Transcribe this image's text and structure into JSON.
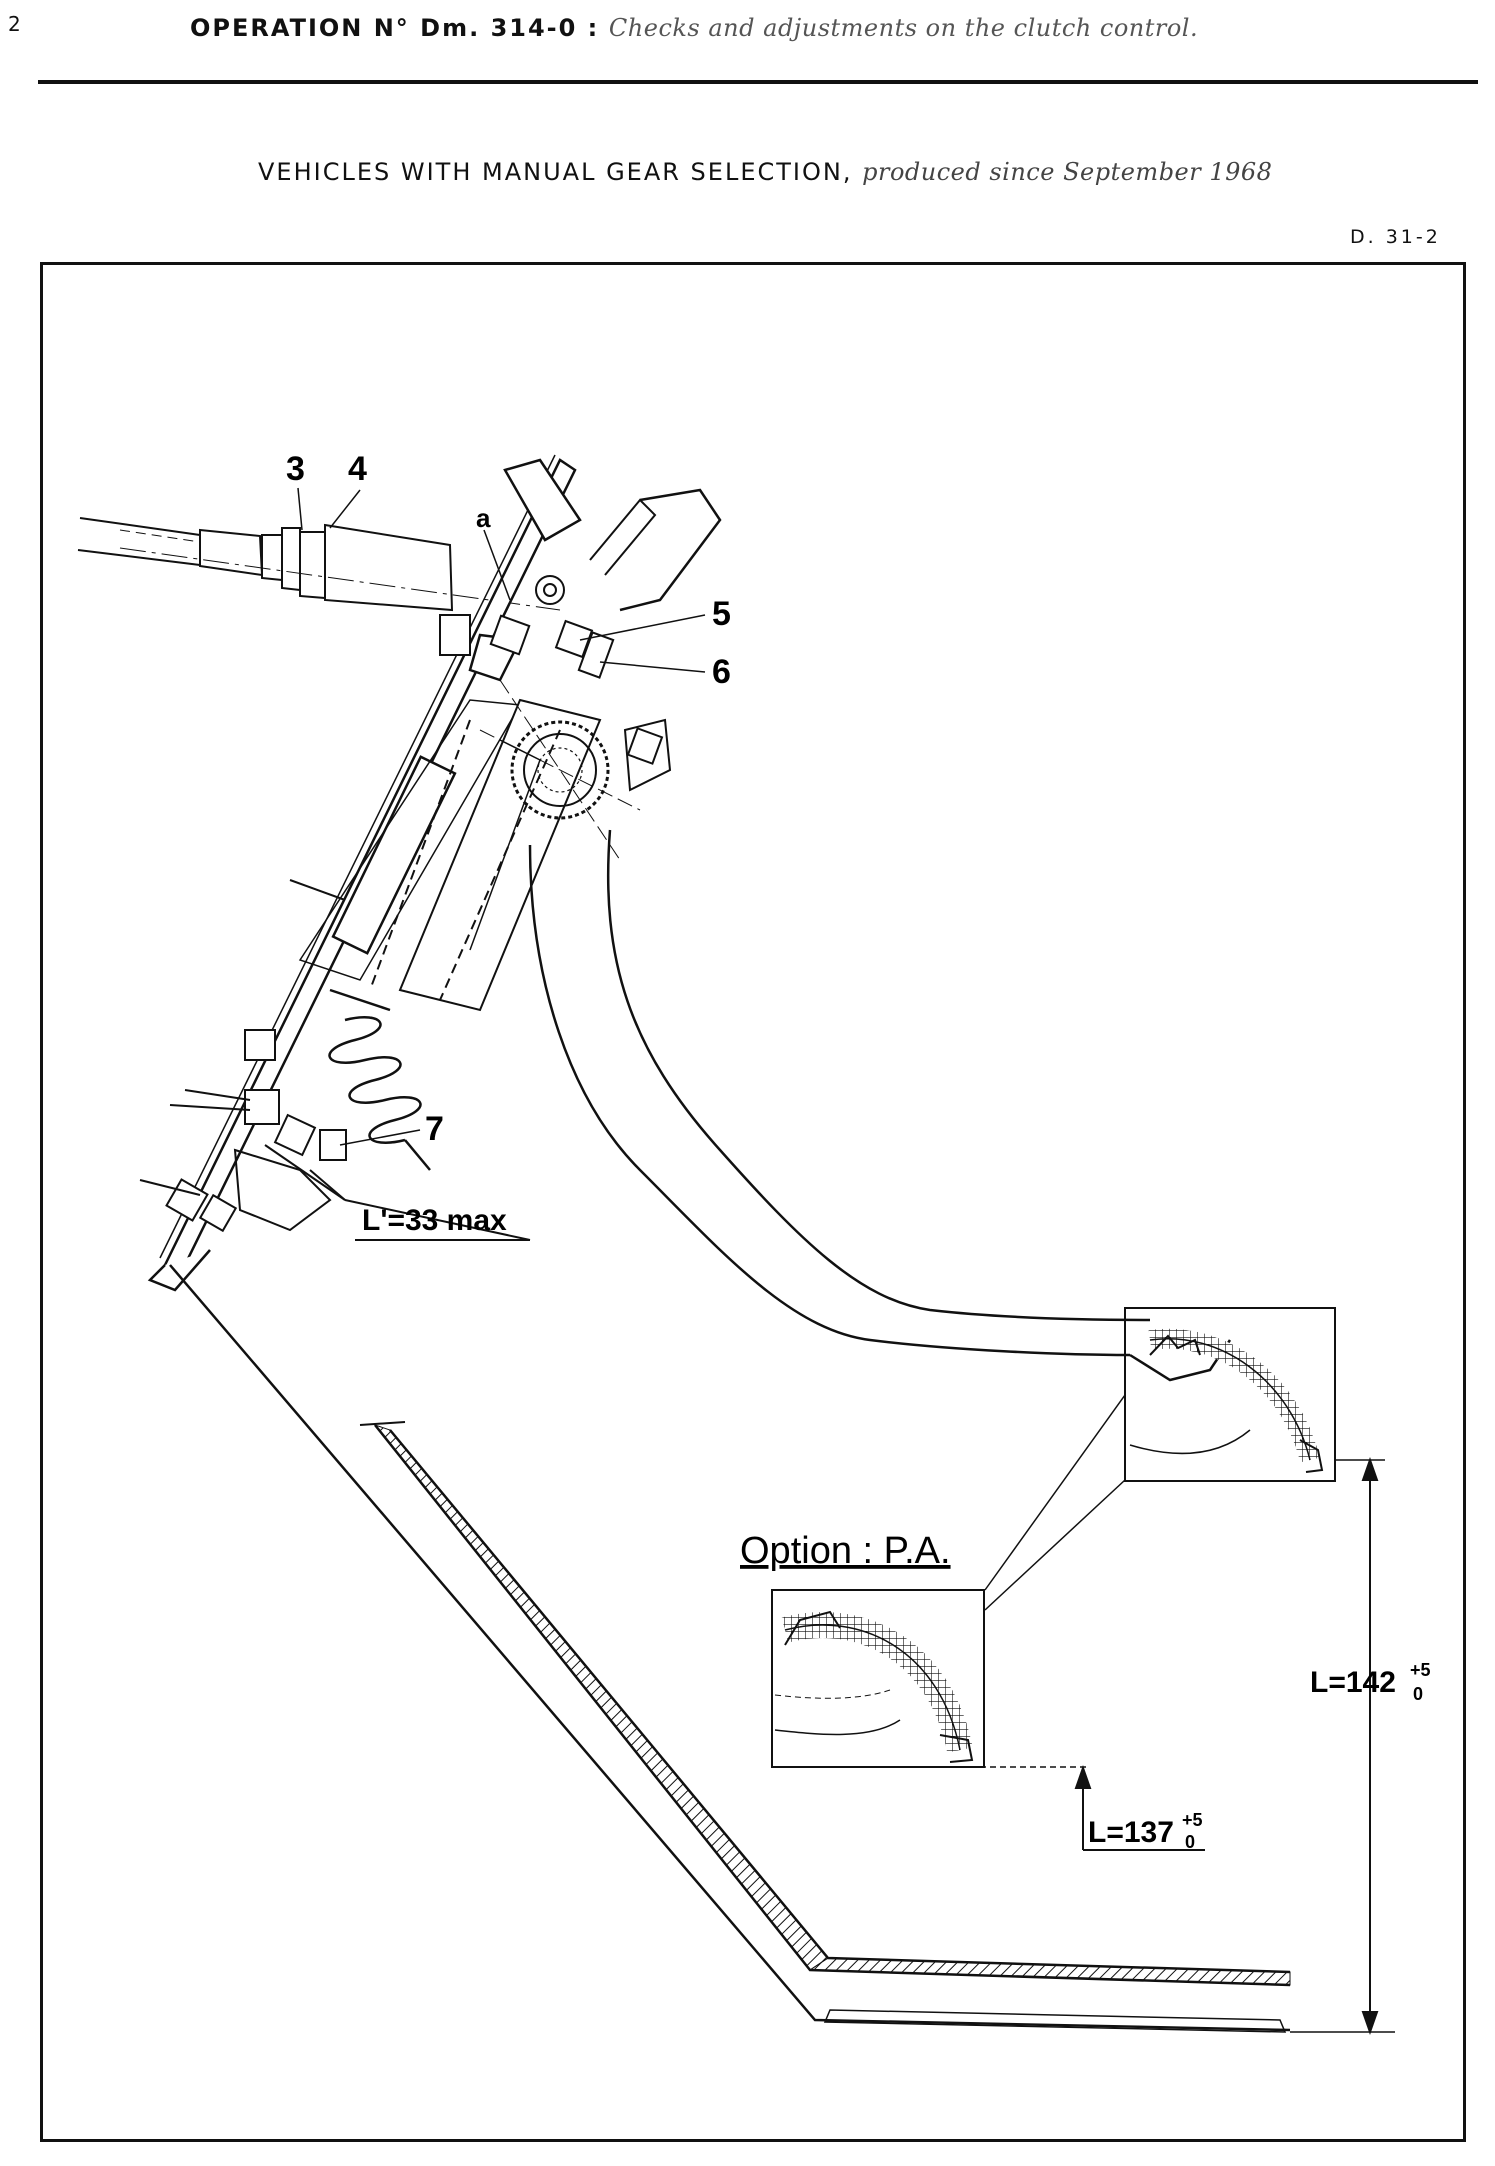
{
  "page_number": "2",
  "header": {
    "operation": "OPERATION N° Dm. 314-0 :",
    "subtitle": "Checks and adjustments on the clutch control."
  },
  "section": {
    "title": "VEHICLES WITH MANUAL GEAR SELECTION,",
    "produced": "produced since September 1968"
  },
  "reference": "D. 31-2",
  "callouts": {
    "c3": "3",
    "c4": "4",
    "ca": "a",
    "c5": "5",
    "c6": "6",
    "c7": "7"
  },
  "dimensions": {
    "l_prime": "L'=33 max",
    "l_main": "L=142",
    "l_main_tol_upper": "+5",
    "l_main_tol_lower": "0",
    "l_option": "L=137",
    "l_option_tol_upper": "+5",
    "l_option_tol_lower": "0"
  },
  "option_label": "Option : P.A."
}
